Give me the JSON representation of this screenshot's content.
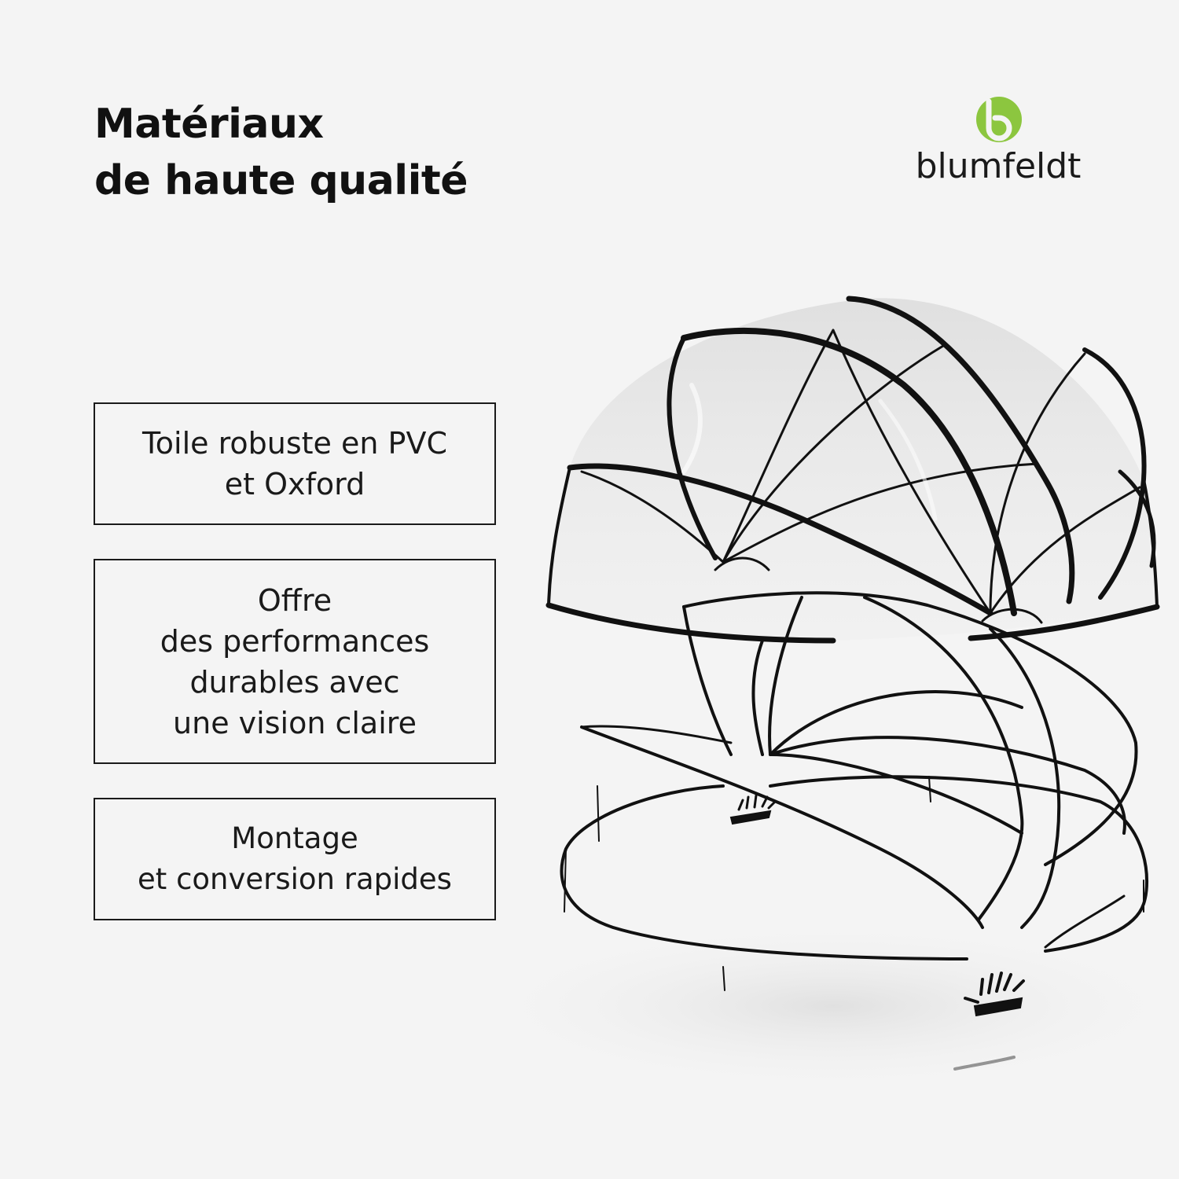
{
  "heading": {
    "line1": "Matériaux",
    "line2": "de haute qualité"
  },
  "brand": {
    "name": "blumfeldt",
    "logo_icon": "leaf-b-logo-icon",
    "color_green": "#8cc63f"
  },
  "features": [
    {
      "lines": [
        "Toile robuste en PVC",
        "et Oxford"
      ]
    },
    {
      "lines": [
        "Offre",
        "des performances",
        "durables avec",
        "une vision claire"
      ]
    },
    {
      "lines": [
        "Montage",
        "et conversion rapides"
      ]
    }
  ],
  "colors": {
    "background": "#f4f4f4",
    "text": "#111111",
    "frame": "#1a1a1a"
  },
  "illustration": {
    "subject": "pool-dome-exploded-icon"
  }
}
